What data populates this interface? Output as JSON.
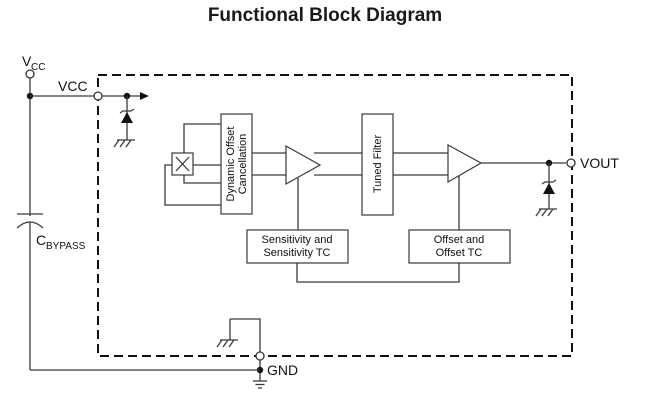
{
  "title": "Functional Block Diagram",
  "labels": {
    "vcc_supply": "V",
    "vcc_supply_sub": "CC",
    "vcc_pin": "VCC",
    "vout_pin": "VOUT",
    "gnd_pin": "GND",
    "cbypass": "C",
    "cbypass_sub": "BYPASS"
  },
  "blocks": {
    "dynamic_offset_line1": "Dynamic Offset",
    "dynamic_offset_line2": "Cancellation",
    "tuned_filter": "Tuned Filter",
    "sensitivity_line1": "Sensitivity and",
    "sensitivity_line2": "Sensitivity TC",
    "offset_line1": "Offset and",
    "offset_line2": "Offset TC"
  }
}
